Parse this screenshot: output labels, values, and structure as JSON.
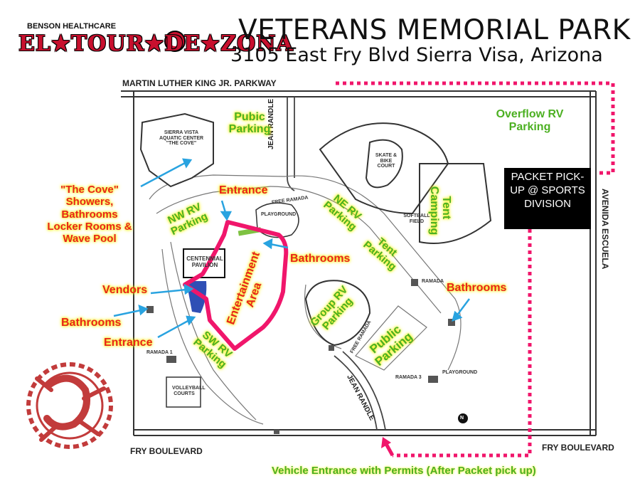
{
  "header": {
    "title": "VETERANS MEMORIAL PARK",
    "address": "3105 East Fry Blvd Sierra Visa, Arizona",
    "logo_top": "BENSON HEALTHCARE",
    "logo_main": "EL★TOUR★DE★ZONA"
  },
  "roads": {
    "mlk": "MARTIN LUTHER KING JR. PARKWAY",
    "jean_randle_top": "JEAN RANDLE",
    "jean_randle_bottom": "JEAN RANDLE",
    "avenida": "AVENIDA ESCUELA",
    "fry_left": "FRY BOULEVARD",
    "fry_right": "FRY BOULEVARD"
  },
  "facilities": {
    "aquatic": "SIERRA VISTA AQUATIC CENTER \"THE COVE\"",
    "skate": "SKATE & BIKE COURT",
    "softball": "SOFTBALL FIELD",
    "pavilion": "CENTENNIAL PAVILION",
    "playground1": "PLAYGROUND",
    "playground2": "PLAYGROUND",
    "free_ramada1": "FREE RAMADA",
    "free_ramada2": "FREE RAMADA",
    "ramada": "RAMADA",
    "ramada1": "RAMADA 1",
    "ramada3": "RAMADA 3",
    "volleyball": "VOLLEYBALL COURTS"
  },
  "labels": {
    "pubic_parking": "Pubic Parking",
    "overflow_rv": "Overflow RV Parking",
    "entrance_top": "Entrance",
    "the_cove": "\"The Cove\" Showers, Bathrooms Locker Rooms & Wave Pool",
    "nw_rv": "NW RV Parking",
    "ne_rv": "NE RV Parking",
    "tent_camping": "Tent Camping",
    "tent_parking": "Tent Parking",
    "bathrooms_center": "Bathrooms",
    "bathrooms_left": "Bathrooms",
    "bathrooms_right": "Bathrooms",
    "vendors": "Vendors",
    "entertainment": "Entertainment Area",
    "group_rv": "Group RV Parking",
    "public_parking": "Public Parking",
    "entrance_bottom": "Entrance",
    "sw_rv": "SW RV Parking",
    "packet": "PACKET PICK-UP @ SPORTS DIVISION",
    "vehicle_entrance": "Vehicle Entrance with Permits (After Packet pick up)",
    "north": "N"
  },
  "colors": {
    "route": "#f0166b",
    "label_green": "#4cb022",
    "label_red": "#e8241a",
    "highlight": "#f4f000",
    "arrow_blue": "#29a3e0",
    "vendor_blue": "#2f4fb5"
  },
  "icons": [
    "gecko-logo-icon",
    "north-arrow-icon"
  ]
}
